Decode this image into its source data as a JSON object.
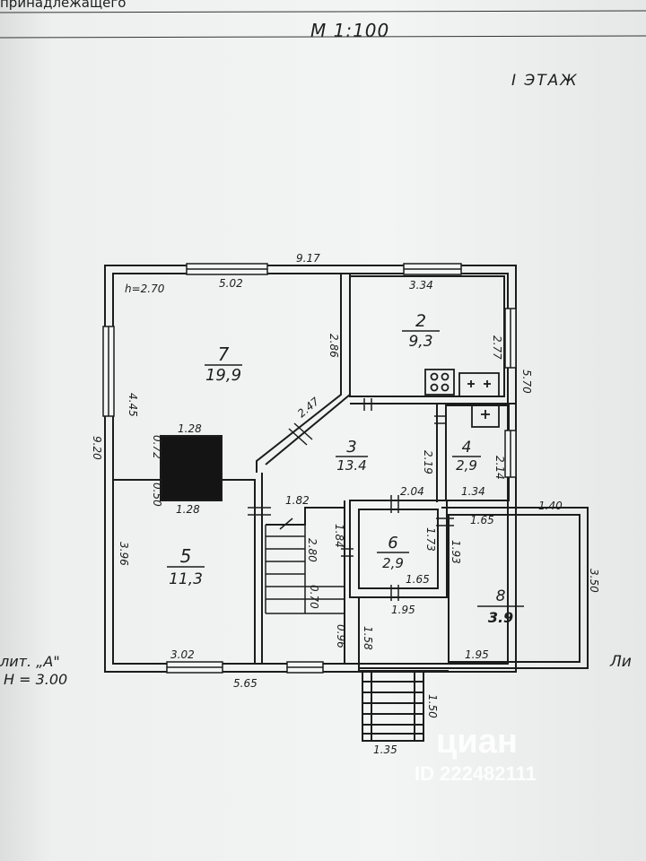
{
  "header": {
    "owner_fragment": "принадлежащего",
    "scale": "М 1:100",
    "floor": "I  ЭТАЖ"
  },
  "side_labels": {
    "left_line1": "лит. „А\"",
    "left_line2": "Н = 3.00",
    "right_fragment": "Ли"
  },
  "rooms": [
    {
      "id": "7",
      "number": "7",
      "area": "19,9"
    },
    {
      "id": "2",
      "number": "2",
      "area": "9,3"
    },
    {
      "id": "3",
      "number": "3",
      "area": "13.4"
    },
    {
      "id": "4",
      "number": "4",
      "area": "2,9"
    },
    {
      "id": "5",
      "number": "5",
      "area": "11,3"
    },
    {
      "id": "6",
      "number": "6",
      "area": "2,9"
    },
    {
      "id": "8",
      "number": "8",
      "area": "3.9"
    }
  ],
  "dimensions": {
    "overall_top": "9.17",
    "ceiling_height": "h=2.70",
    "room7_top": "5.02",
    "room2_top": "3.34",
    "room7_left": "4.45",
    "room7_right": "2.86",
    "room2_right": "2.77",
    "outer_right": "5.70",
    "diagonal": "2.47",
    "outer_left": "9.20",
    "stove_top": "1.28",
    "stove_left": "0.72",
    "stove_bottom_left": "0.50",
    "stove_bottom": "1.28",
    "room3_right": "2.19",
    "room4_right": "2.14",
    "room4_bottom": "1.34",
    "corridor_top": "2.04",
    "stair_top": "1.82",
    "stair_len": "2.80",
    "corridor_left": "1.84",
    "room6_right": "1.73",
    "room6_bottom": "1.65",
    "room5_left": "3.96",
    "room5_bottom": "3.02",
    "outer_bottom": "5.65",
    "landing": "0.70",
    "wall_seg": "0.96",
    "room8_top": "1.65",
    "room8_left": "1.93",
    "room8_ext_top": "1.40",
    "room8_right": "3.50",
    "room8_bottom": "1.95",
    "vestibule_bottom": "1.95",
    "vestibule_left": "1.58",
    "porch_len": "1.50",
    "porch_width": "1.35"
  },
  "watermark": {
    "brand": "циан",
    "listing_id": "ID 222482111"
  }
}
